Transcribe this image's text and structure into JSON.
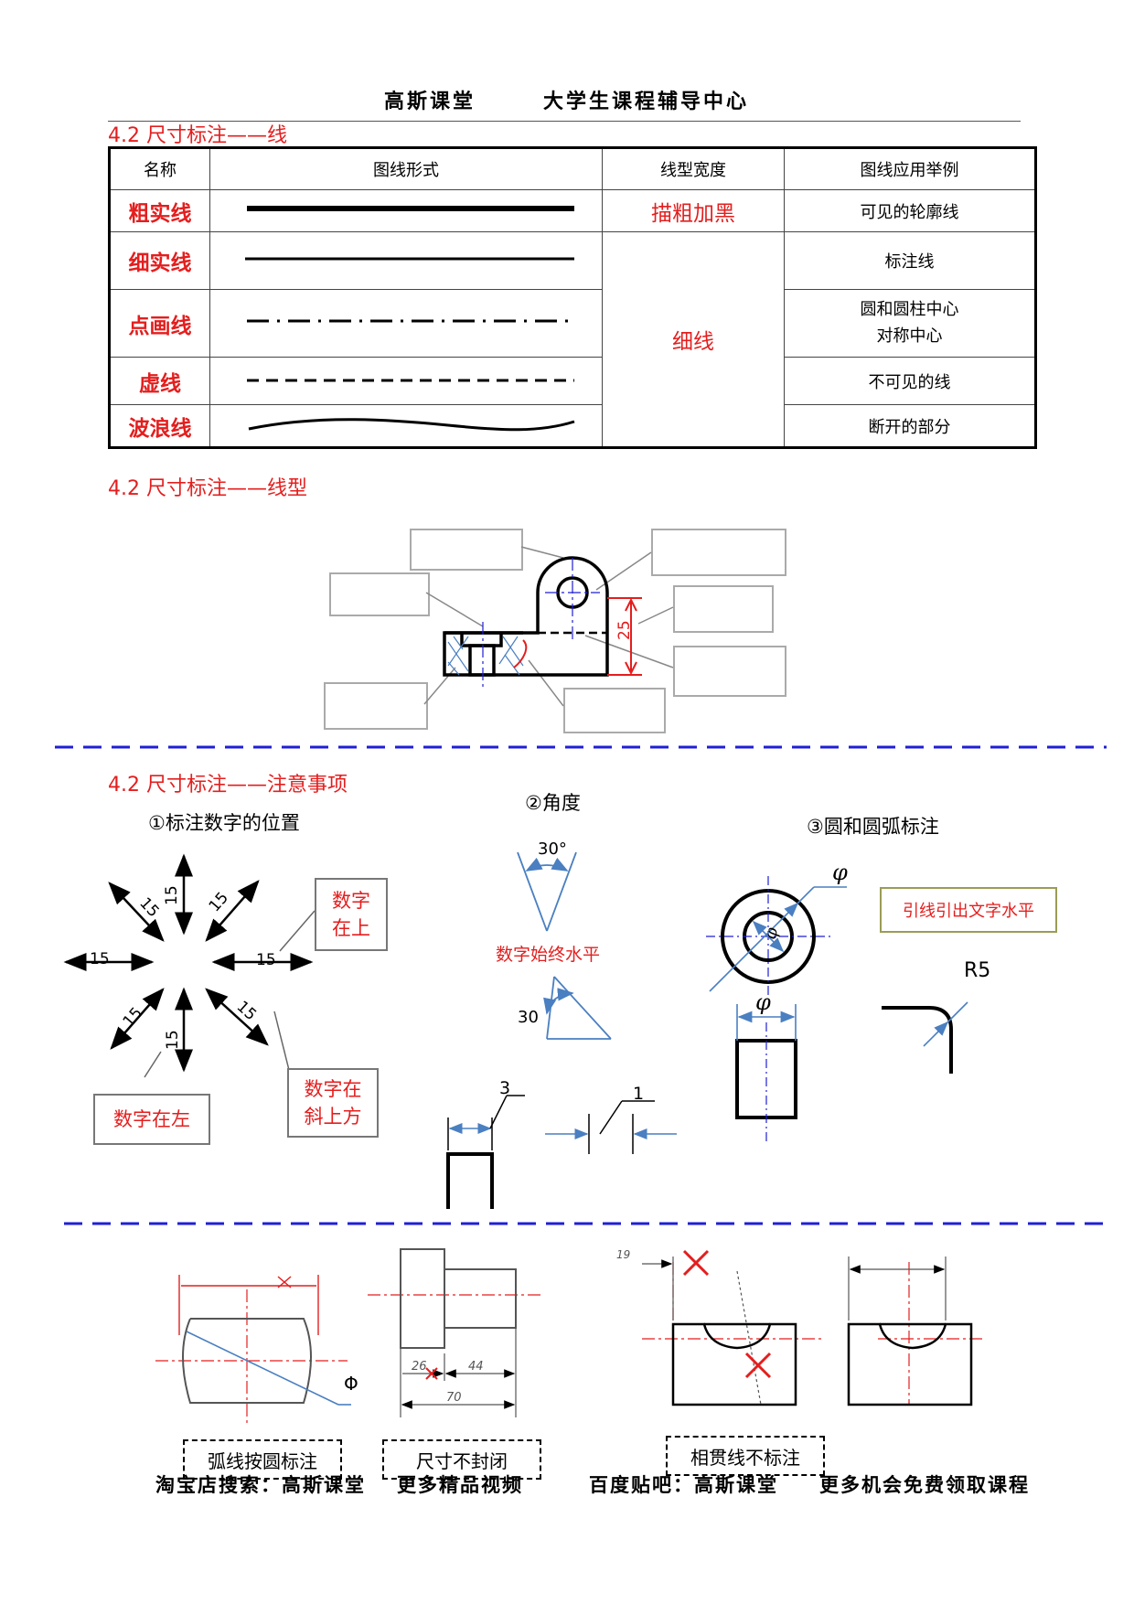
{
  "header": {
    "left": "高斯课堂",
    "right": "大学生课程辅导中心"
  },
  "section1": {
    "title": "4.2 尺寸标注——线"
  },
  "table": {
    "headers": [
      "名称",
      "图线形式",
      "线型宽度",
      "图线应用举例"
    ],
    "rows": [
      {
        "name": "粗实线",
        "usage": "可见的轮廓线"
      },
      {
        "name": "细实线",
        "usage": "标注线"
      },
      {
        "name": "点画线",
        "usage": "圆和圆柱中心",
        "usage2": "对称中心"
      },
      {
        "name": "虚线",
        "usage": "不可见的线"
      },
      {
        "name": "波浪线",
        "usage": "断开的部分"
      }
    ],
    "width_thick": "描粗加黑",
    "width_thin": "细线"
  },
  "section2": {
    "title": "4.2 尺寸标注——线型",
    "dim": "25"
  },
  "section3": {
    "title": "4.2 尺寸标注——注意事项",
    "sub1": "①标注数字的位置",
    "sub2": "②角度",
    "sub3": "③圆和圆弧标注",
    "num": "15",
    "label_top": "数字在上",
    "label_top_a": "数字",
    "label_top_b": "在上",
    "label_left": "数字在左",
    "label_slant_a": "数字在",
    "label_slant_b": "斜上方",
    "angle_a": "30°",
    "angle_b": "30",
    "angle_note": "数字始终水平",
    "phi": "φ",
    "leader_note": "引线引出文字水平",
    "r5": "R5",
    "d3": "3",
    "d1": "1"
  },
  "section4": {
    "arc_note": "弧线按圆标注",
    "open_note": "尺寸不封闭",
    "inter_note": "相贯线不标注",
    "phi": "Φ",
    "d26": "26",
    "d44": "44",
    "d70": "70",
    "d19": "19"
  },
  "footer": {
    "a": "淘宝店搜索：高斯课堂",
    "b": "更多精品视频",
    "c": "百度贴吧：高斯课堂",
    "d": "更多机会免费领取课程"
  },
  "colors": {
    "red": "#e41e1e",
    "blue": "#1f1fd6",
    "dimblue": "#4a7fc1"
  }
}
